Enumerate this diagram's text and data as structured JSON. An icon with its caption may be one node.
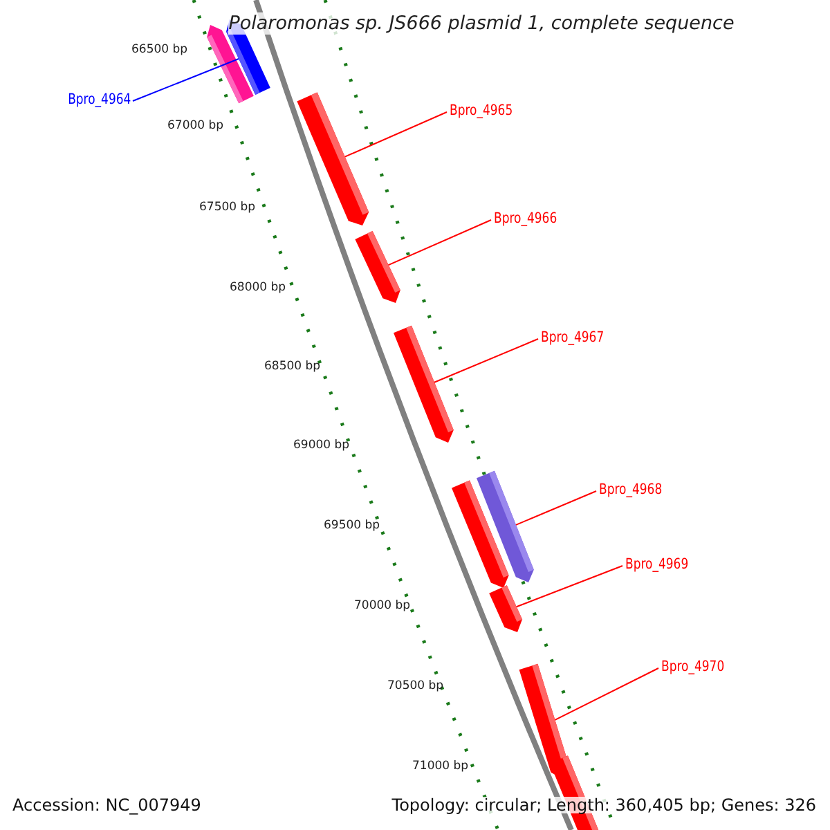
{
  "diagram": {
    "title": "Polaromonas sp. JS666 plasmid 1, complete sequence",
    "nodes": [
      {
        "text": [
          "Bpro_4964"
        ]
      },
      {
        "text": [
          "Bpro_4965"
        ]
      },
      {
        "text": [
          "Bpro_4966"
        ]
      },
      {
        "text": [
          "Bpro_4967"
        ]
      },
      {
        "text": [
          "Bpro_4968"
        ]
      },
      {
        "text": [
          "Bpro_4969"
        ]
      },
      {
        "text": [
          "Bpro_4970"
        ]
      },
      {
        "text": [],
        "shape": "arrow"
      },
      {
        "text": [],
        "shape": "arrow"
      },
      {
        "text": [],
        "shape": "arrow"
      },
      {
        "text": [],
        "shape": "arrow"
      },
      {
        "text": [],
        "shape": "arrow"
      },
      {
        "text": [],
        "shape": "arrow"
      },
      {
        "text": [],
        "shape": "arrow"
      },
      {
        "text": [],
        "shape": "arrow"
      },
      {
        "text": [],
        "shape": "arrow"
      },
      {
        "text": [],
        "shape": "arrow"
      }
    ],
    "edges": [
      {
        "from": 0,
        "to": 8,
        "arrow": "none",
        "color": "#0000ff"
      },
      {
        "from": 1,
        "to": 9,
        "arrow": "none"
      },
      {
        "from": 2,
        "to": 10,
        "arrow": "none"
      },
      {
        "from": 3,
        "to": 11,
        "arrow": "none"
      },
      {
        "from": 4,
        "to": 13,
        "arrow": "none"
      },
      {
        "from": 5,
        "to": 14,
        "arrow": "none"
      },
      {
        "from": 6,
        "to": 15,
        "arrow": "none"
      }
    ],
    "labels": [
      "66500 bp",
      "67000 bp",
      "67500 bp",
      "68000 bp",
      "68500 bp",
      "69000 bp",
      "69500 bp",
      "70000 bp",
      "70500 bp",
      "71000 bp",
      "Accession: NC_007949",
      "Topology: circular; Length: 360,405 bp; Genes: 326"
    ]
  }
}
